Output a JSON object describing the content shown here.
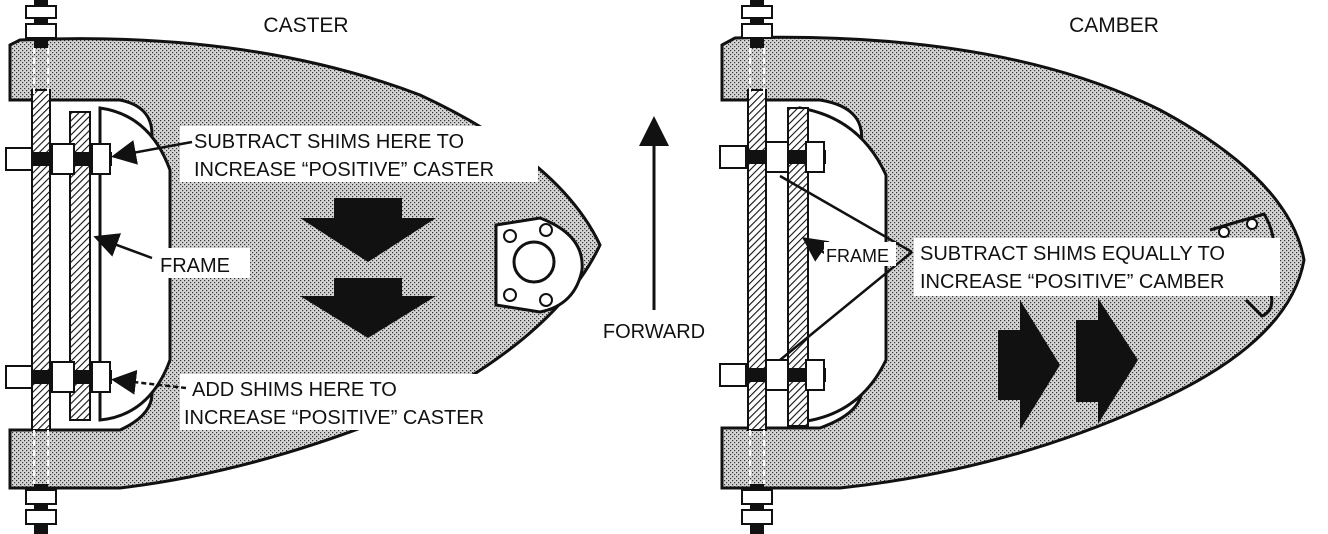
{
  "caster": {
    "title": "CASTER",
    "subtract_line1": "SUBTRACT SHIMS HERE TO",
    "subtract_line2": "INCREASE “POSITIVE” CASTER",
    "frame_label": "FRAME",
    "add_line1": "ADD SHIMS HERE TO",
    "add_line2": "INCREASE “POSITIVE” CASTER"
  },
  "center": {
    "forward_label": "FORWARD"
  },
  "camber": {
    "title": "CAMBER",
    "frame_label": "FRAME",
    "subtract_line1": "SUBTRACT SHIMS EQUALLY TO",
    "subtract_line2": "INCREASE “POSITIVE” CAMBER"
  },
  "colors": {
    "ink": "#111111",
    "paper": "#ffffff",
    "stipple": "#c8c8c8"
  }
}
